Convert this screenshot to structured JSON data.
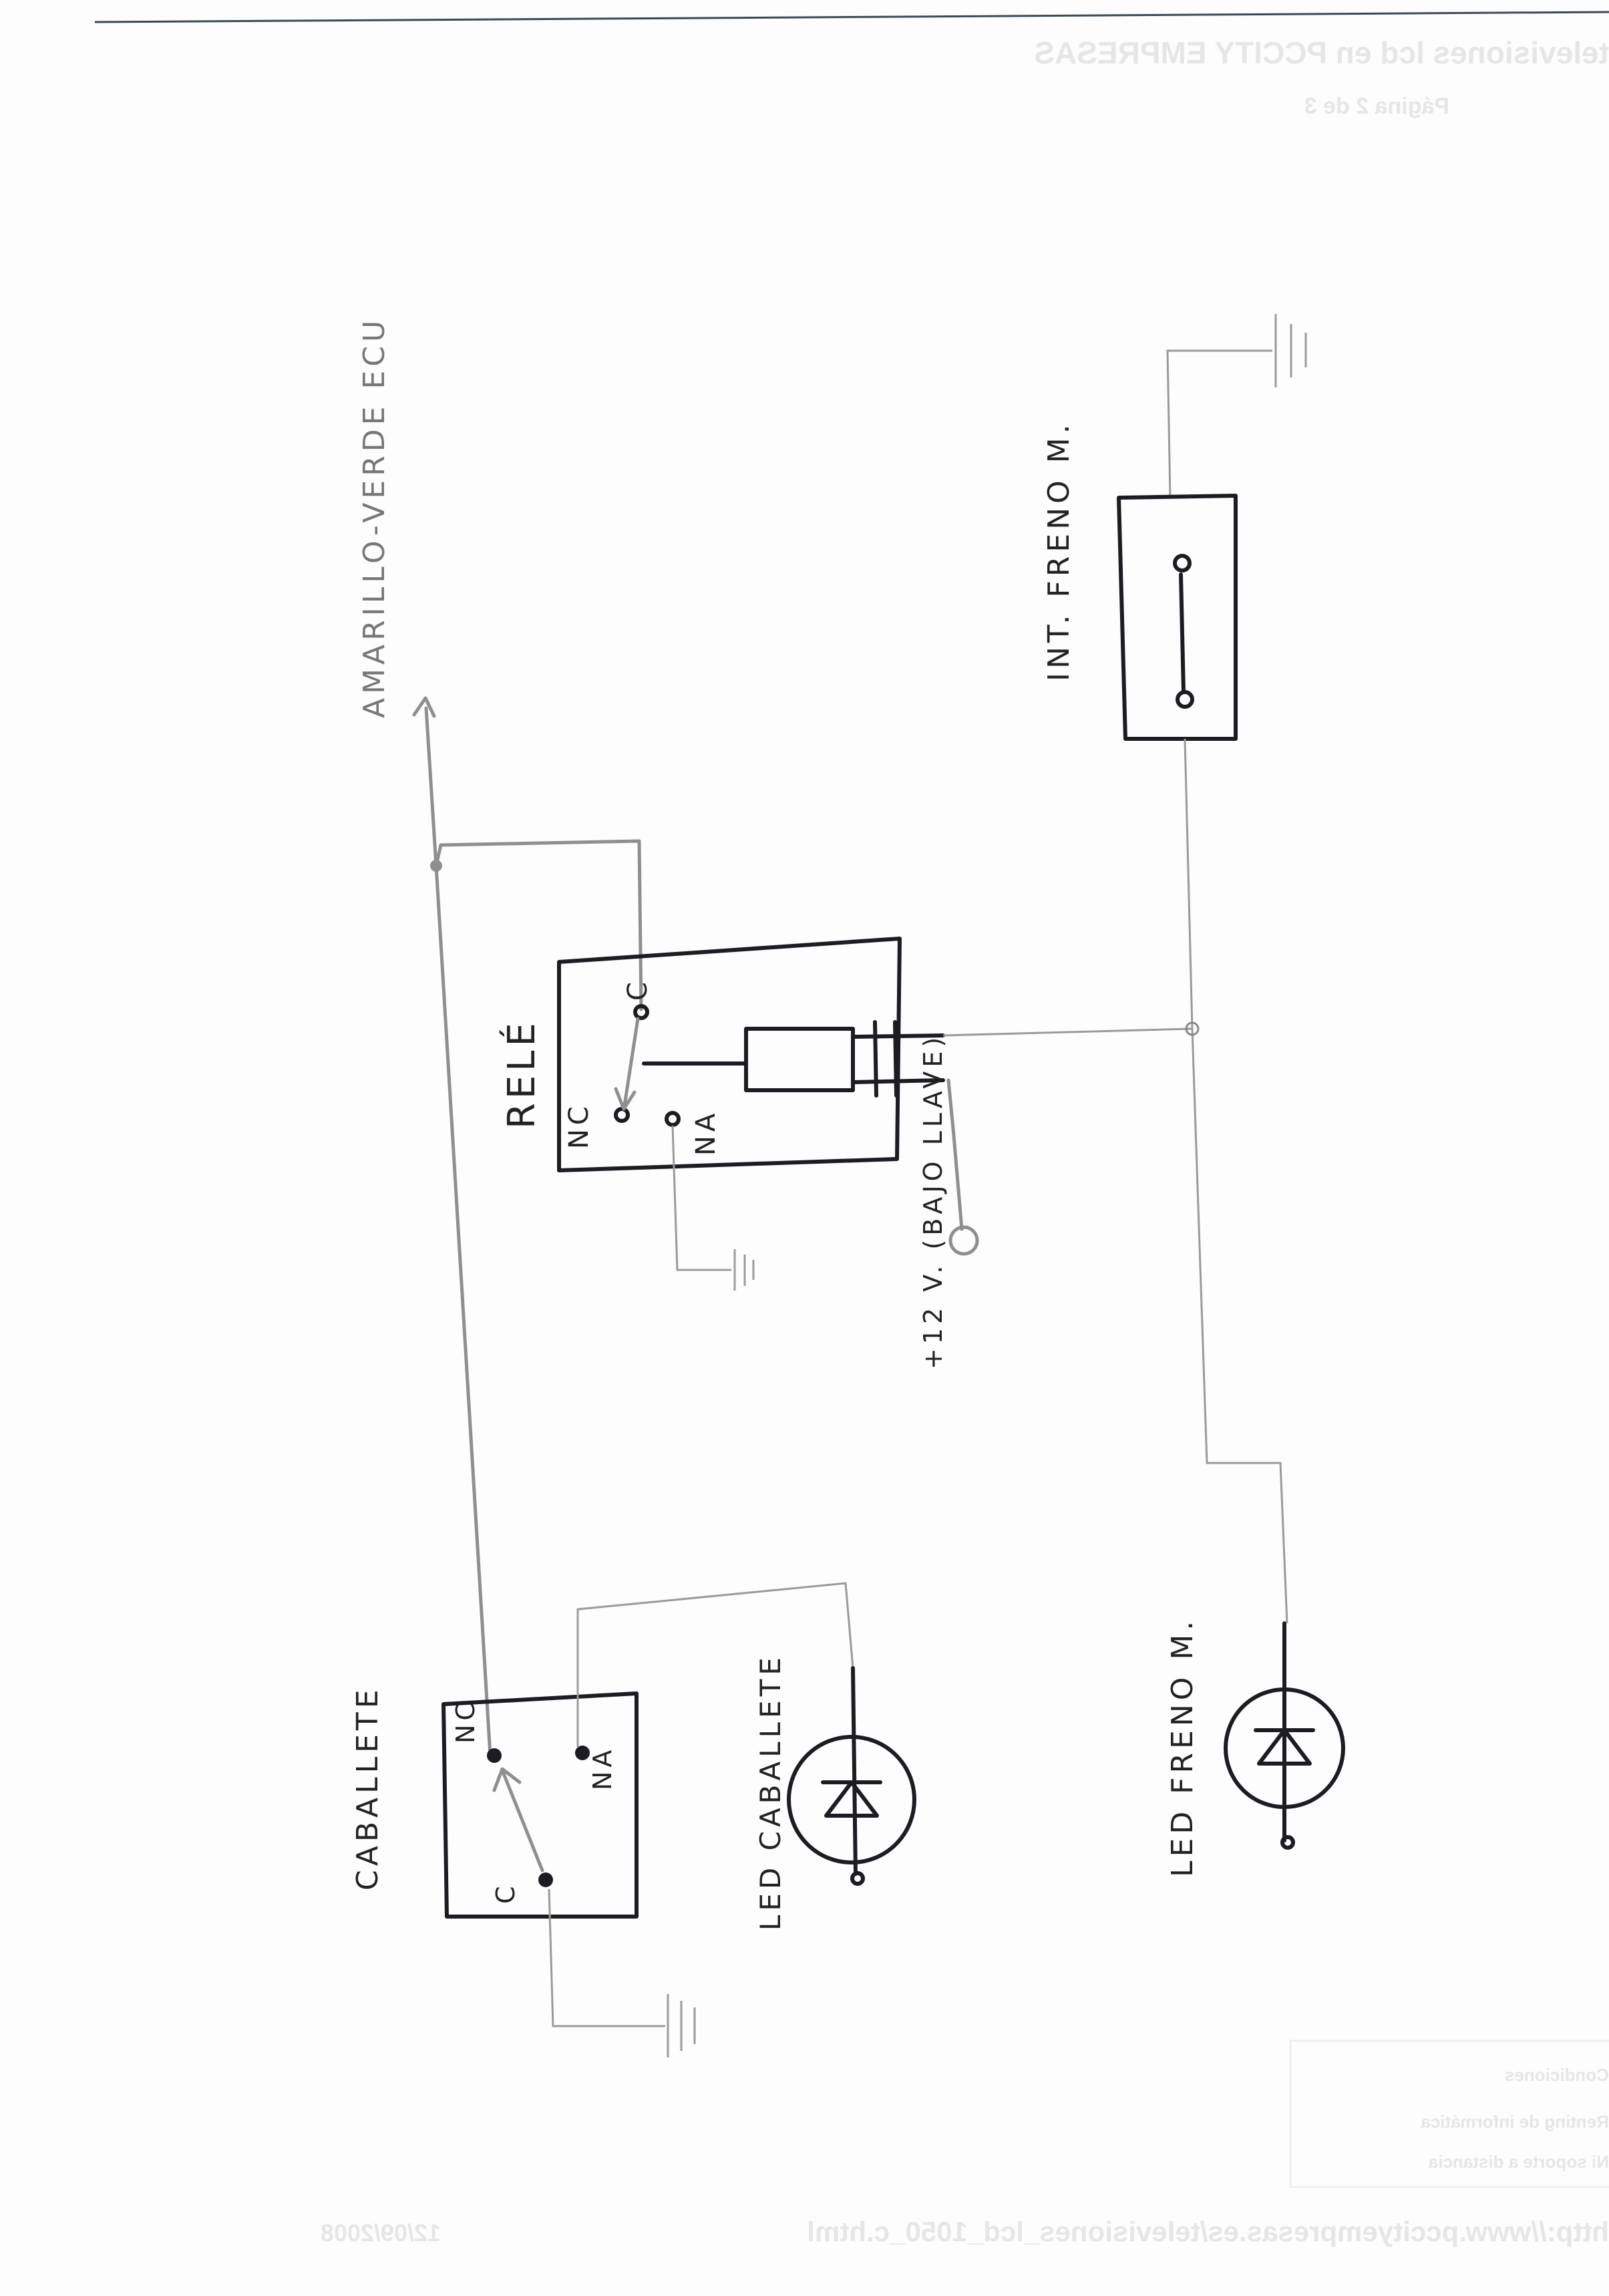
{
  "diagram": {
    "labels": {
      "ecu_wire": "AMARILLO-VERDE ECU",
      "brake_switch": "INT. FRENO M.",
      "relay": "RELÉ",
      "relay_nc": "NC",
      "relay_c": "C",
      "relay_na": "NA",
      "supply": "+12 V. (BAJO LLAVE)",
      "kickstand": "CABALLETE",
      "kickstand_nc": "NC",
      "kickstand_na": "NA",
      "kickstand_c": "C",
      "led_kickstand": "LED CABALLETE",
      "led_brake": "LED FRENO M."
    }
  },
  "show_through": {
    "header_title": "televisiones lcd en PCCITY EMPRESAS",
    "page_number": "Página 2 de 3",
    "box_lines": [
      "Condiciones",
      "Renting de informática",
      "Ni soporte a distancia"
    ],
    "footer_url": "http://www.pccityempresas.es/televisiones_lcd_1050_c.html",
    "footer_date": "12/09/2008"
  },
  "colors": {
    "ink": "#1c1c22",
    "pencil": "#8f8f8f",
    "paper": "#fdfdfd"
  }
}
